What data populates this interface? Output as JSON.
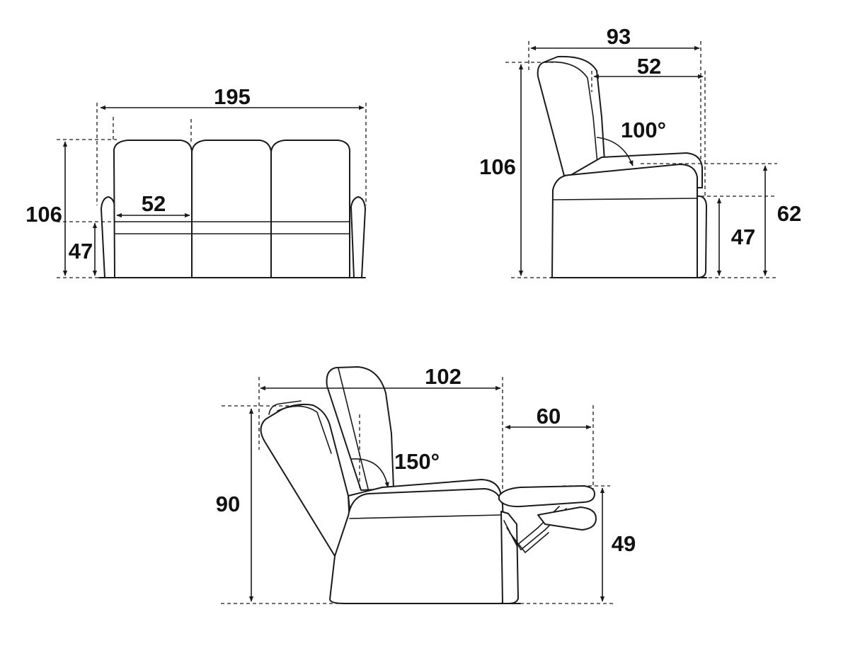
{
  "front_view": {
    "overall_width": "195",
    "seat_width": "52",
    "overall_height": "106",
    "seat_height": "47"
  },
  "side_view_upright": {
    "overall_depth": "93",
    "seat_depth": "52",
    "backrest_angle": "100°",
    "overall_height": "106",
    "armrest_height": "62",
    "seat_height": "47"
  },
  "side_view_reclined": {
    "reclined_depth": "102",
    "footrest_extension": "60",
    "recline_angle": "150°",
    "reclined_height": "90",
    "footrest_height": "49"
  },
  "colors": {
    "line": "#1a1a1a",
    "background": "#ffffff"
  }
}
